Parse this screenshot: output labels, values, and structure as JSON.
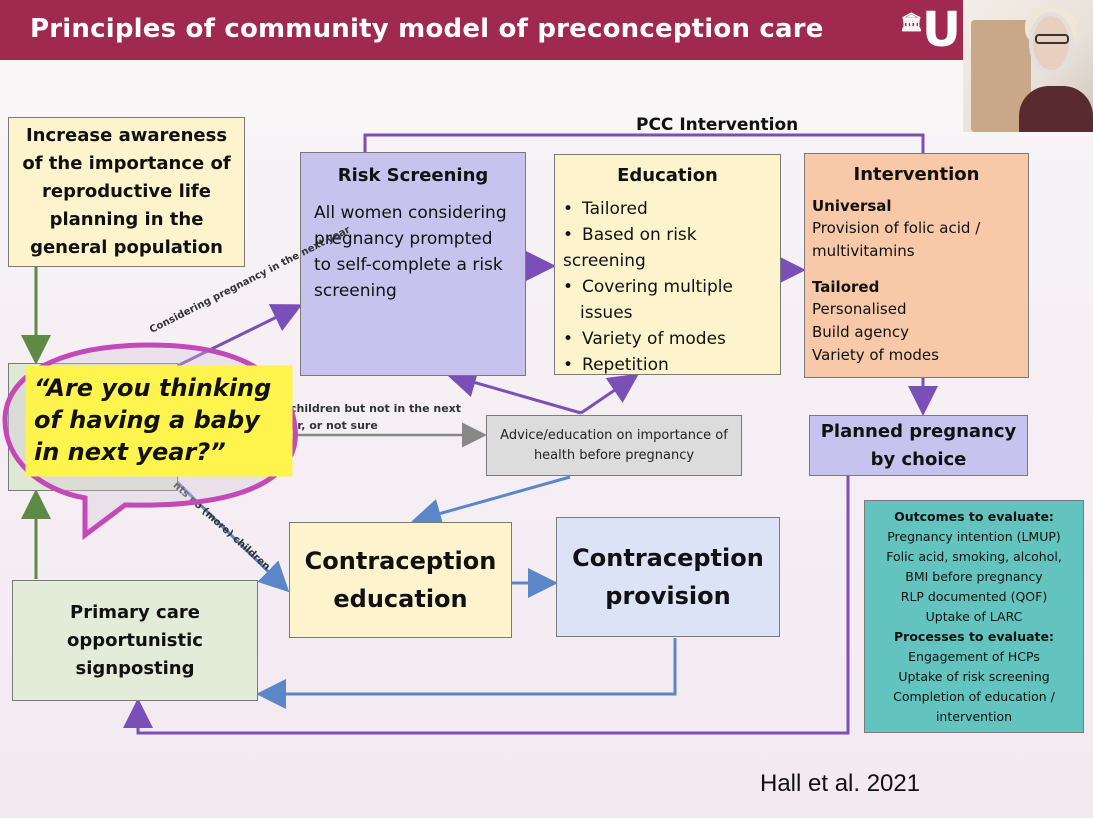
{
  "header": {
    "title": "Principles of community model of preconception care",
    "logo_letter": "U"
  },
  "flow": {
    "pcc_label": "PCC Intervention",
    "awareness": "Increase awareness of the importance of reproductive life planning in the general population",
    "risk_screening": {
      "title": "Risk Screening",
      "body": "All women considering pregnancy prompted to self-complete a risk screening"
    },
    "education": {
      "title": "Education",
      "items": [
        "Tailored",
        "Based on risk screening",
        "Covering multiple",
        "issues",
        "Variety of modes",
        "Repetition"
      ]
    },
    "intervention": {
      "title": "Intervention",
      "universal_label": "Universal",
      "universal_text": "Provision of folic acid / multivitamins",
      "tailored_label": "Tailored",
      "tailored_items": [
        "Personalised",
        "Build agency",
        "Variety of modes"
      ]
    },
    "planned_pregnancy": "Planned pregnancy by choice",
    "advice": "Advice/education on importance of health before pregnancy",
    "contraception_education": "Contraception education",
    "contraception_provision": "Contraception provision",
    "primary_care": "Primary care opportunistic signposting",
    "edge_labels": {
      "considering": "Considering pregnancy in the next year",
      "children": [
        "children but not in the next",
        "ar, or not sure"
      ],
      "no_more": "nts no (more) children"
    }
  },
  "outcomes": {
    "outcomes_title": "Outcomes to evaluate:",
    "outcomes_items": [
      "Pregnancy intention (LMUP)",
      "Folic acid, smoking, alcohol,",
      "BMI before pregnancy",
      "RLP documented (QOF)",
      "Uptake of LARC"
    ],
    "processes_title": "Processes to evaluate:",
    "processes_items": [
      "Engagement of HCPs",
      "Uptake of risk screening",
      "Completion of education /",
      "intervention"
    ]
  },
  "callout": {
    "text": "“Are you thinking of having a baby in next year?”"
  },
  "citation": "Hall et al. 2021",
  "colors": {
    "header": "#a0294f",
    "purple_arrow": "#7b4fb8",
    "blue_arrow": "#5b86c8",
    "green_arrow": "#5e8a46",
    "bubble_border": "#c349b8",
    "bubble_fill": "#fff44d"
  }
}
